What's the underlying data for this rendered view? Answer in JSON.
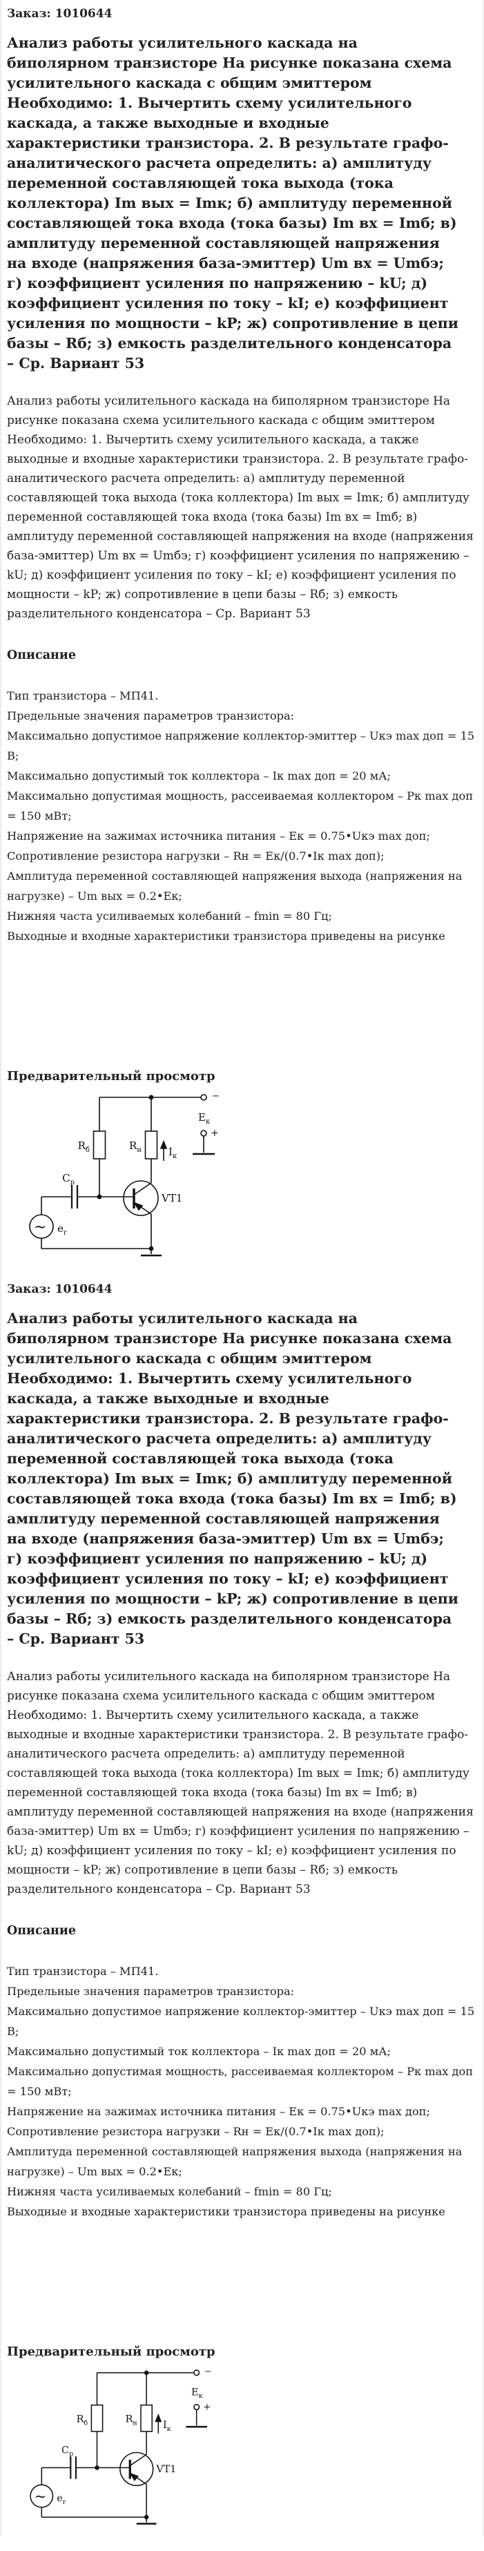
{
  "document": {
    "order_label": "Заказ: 1010644",
    "title": "Анализ работы усилительного каскада на биполярном транзисторе На рисунке показана схема усилительного каскада с общим эмиттером Необходимо: 1. Вычертить схему усилительного каскада, а также выходные и входные характеристики транзистора. 2. В результате графо-аналитического расчета определить: а) амплитуду переменной составляющей тока выхода (тока коллектора) Im вых = Imк; б) амплитуду переменной составляющей тока входа (тока базы) Im вх = Imб; в) амплитуду переменной составляющей напряжения на входе (напряжения база-эмиттер) Um вх = Umбэ; г) коэффициент усиления по напряжению – kU; д) коэффициент усиления по току – kI; е) коэффициент усиления по мощности – kP; ж) сопротивление в цепи базы – Rб; з) емкость разделительного конденсатора – Ср. Вариант 53",
    "body": "Анализ работы усилительного каскада на биполярном транзисторе На рисунке показана схема усилительного каскада с общим эмиттером Необходимо: 1. Вычертить схему усилительного каскада, а также выходные и входные характеристики транзистора. 2. В результате графо-аналитического расчета определить: а) амплитуду переменной составляющей тока выхода (тока коллектора) Im вых = Imк; б) амплитуду переменной составляющей тока входа (тока базы) Im вх = Imб; в) амплитуду переменной составляющей напряжения на входе (напряжения база-эмиттер) Um вх = Umбэ; г) коэффициент усиления по напряжению – kU; д) коэффициент усиления по току – kI; е) коэффициент усиления по мощности – kP; ж) сопротивление в цепи базы – Rб; з) емкость разделительного конденсатора – Ср. Вариант 53",
    "description_heading": "Описание",
    "description_lines": [
      "Тип транзистора – МП41.",
      "Предельные значения параметров транзистора:",
      "Максимально допустимое напряжение коллектор-эмиттер – Uкэ max доп = 15 В;",
      "Максимально допустимый ток коллектора – Iк max доп = 20 мА;",
      "Максимально допустимая мощность, рассеиваемая коллектором – Рк max доп = 150 мВт;",
      "Напряжение на зажимах источника питания – Ек = 0.75•Uкэ max доп;",
      "Сопротивление резистора нагрузки – Rн = Ек/(0.7•Iк max доп);",
      "Амплитуда переменной составляющей напряжения выхода (напряжения на нагрузке) – Um вых = 0.2•Ек;",
      "Нижняя часта усиливаемых колебаний – fmin = 80 Гц;",
      "Выходные и входные характеристики транзистора приведены на рисунке"
    ],
    "preview_heading": "Предварительный просмотр"
  },
  "circuit": {
    "labels": {
      "rb_main": "R",
      "rb_sub": "б",
      "rn_main": "R",
      "rn_sub": "н",
      "ik_main": "I",
      "ik_sub": "к",
      "ek_main": "E",
      "ek_sub": "к",
      "cp_main": "C",
      "cp_sub": "р",
      "eg_main": "e",
      "eg_sub": "г",
      "transistor": "VT1",
      "minus": "−",
      "plus": "+",
      "ac_wave": "~"
    }
  }
}
